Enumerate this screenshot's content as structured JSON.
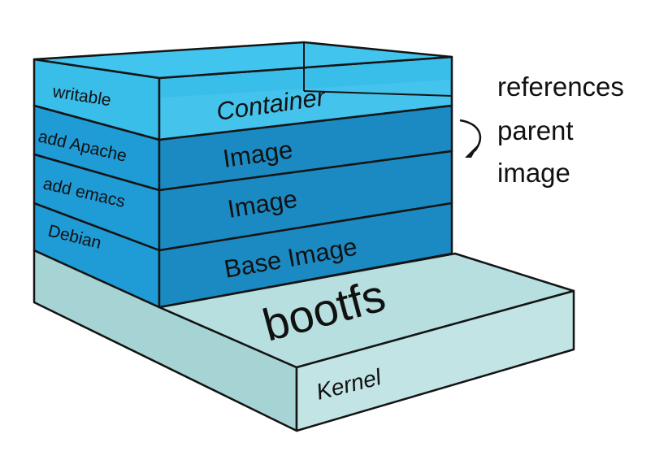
{
  "diagram": {
    "side_labels": {
      "writable": "writable",
      "add_apache": "add Apache",
      "add_emacs": "add emacs",
      "debian": "Debian"
    },
    "front_labels": {
      "container": "Container",
      "image_upper": "Image",
      "image_lower": "Image",
      "base_image": "Base Image"
    },
    "base_top_label": "bootfs",
    "base_front_label": "Kernel",
    "annotation": {
      "line1": "references",
      "line2": "parent",
      "line3": "image"
    },
    "colors": {
      "container": "#39bde9",
      "container_top": "#41c4ee",
      "side_face": "#1f9bd6",
      "image_face": "#1b8ac2",
      "base_fill": "#b7dfdf",
      "base_front": "#c2e4e4",
      "base_side": "#a6d4d4",
      "outline": "#141414"
    }
  }
}
